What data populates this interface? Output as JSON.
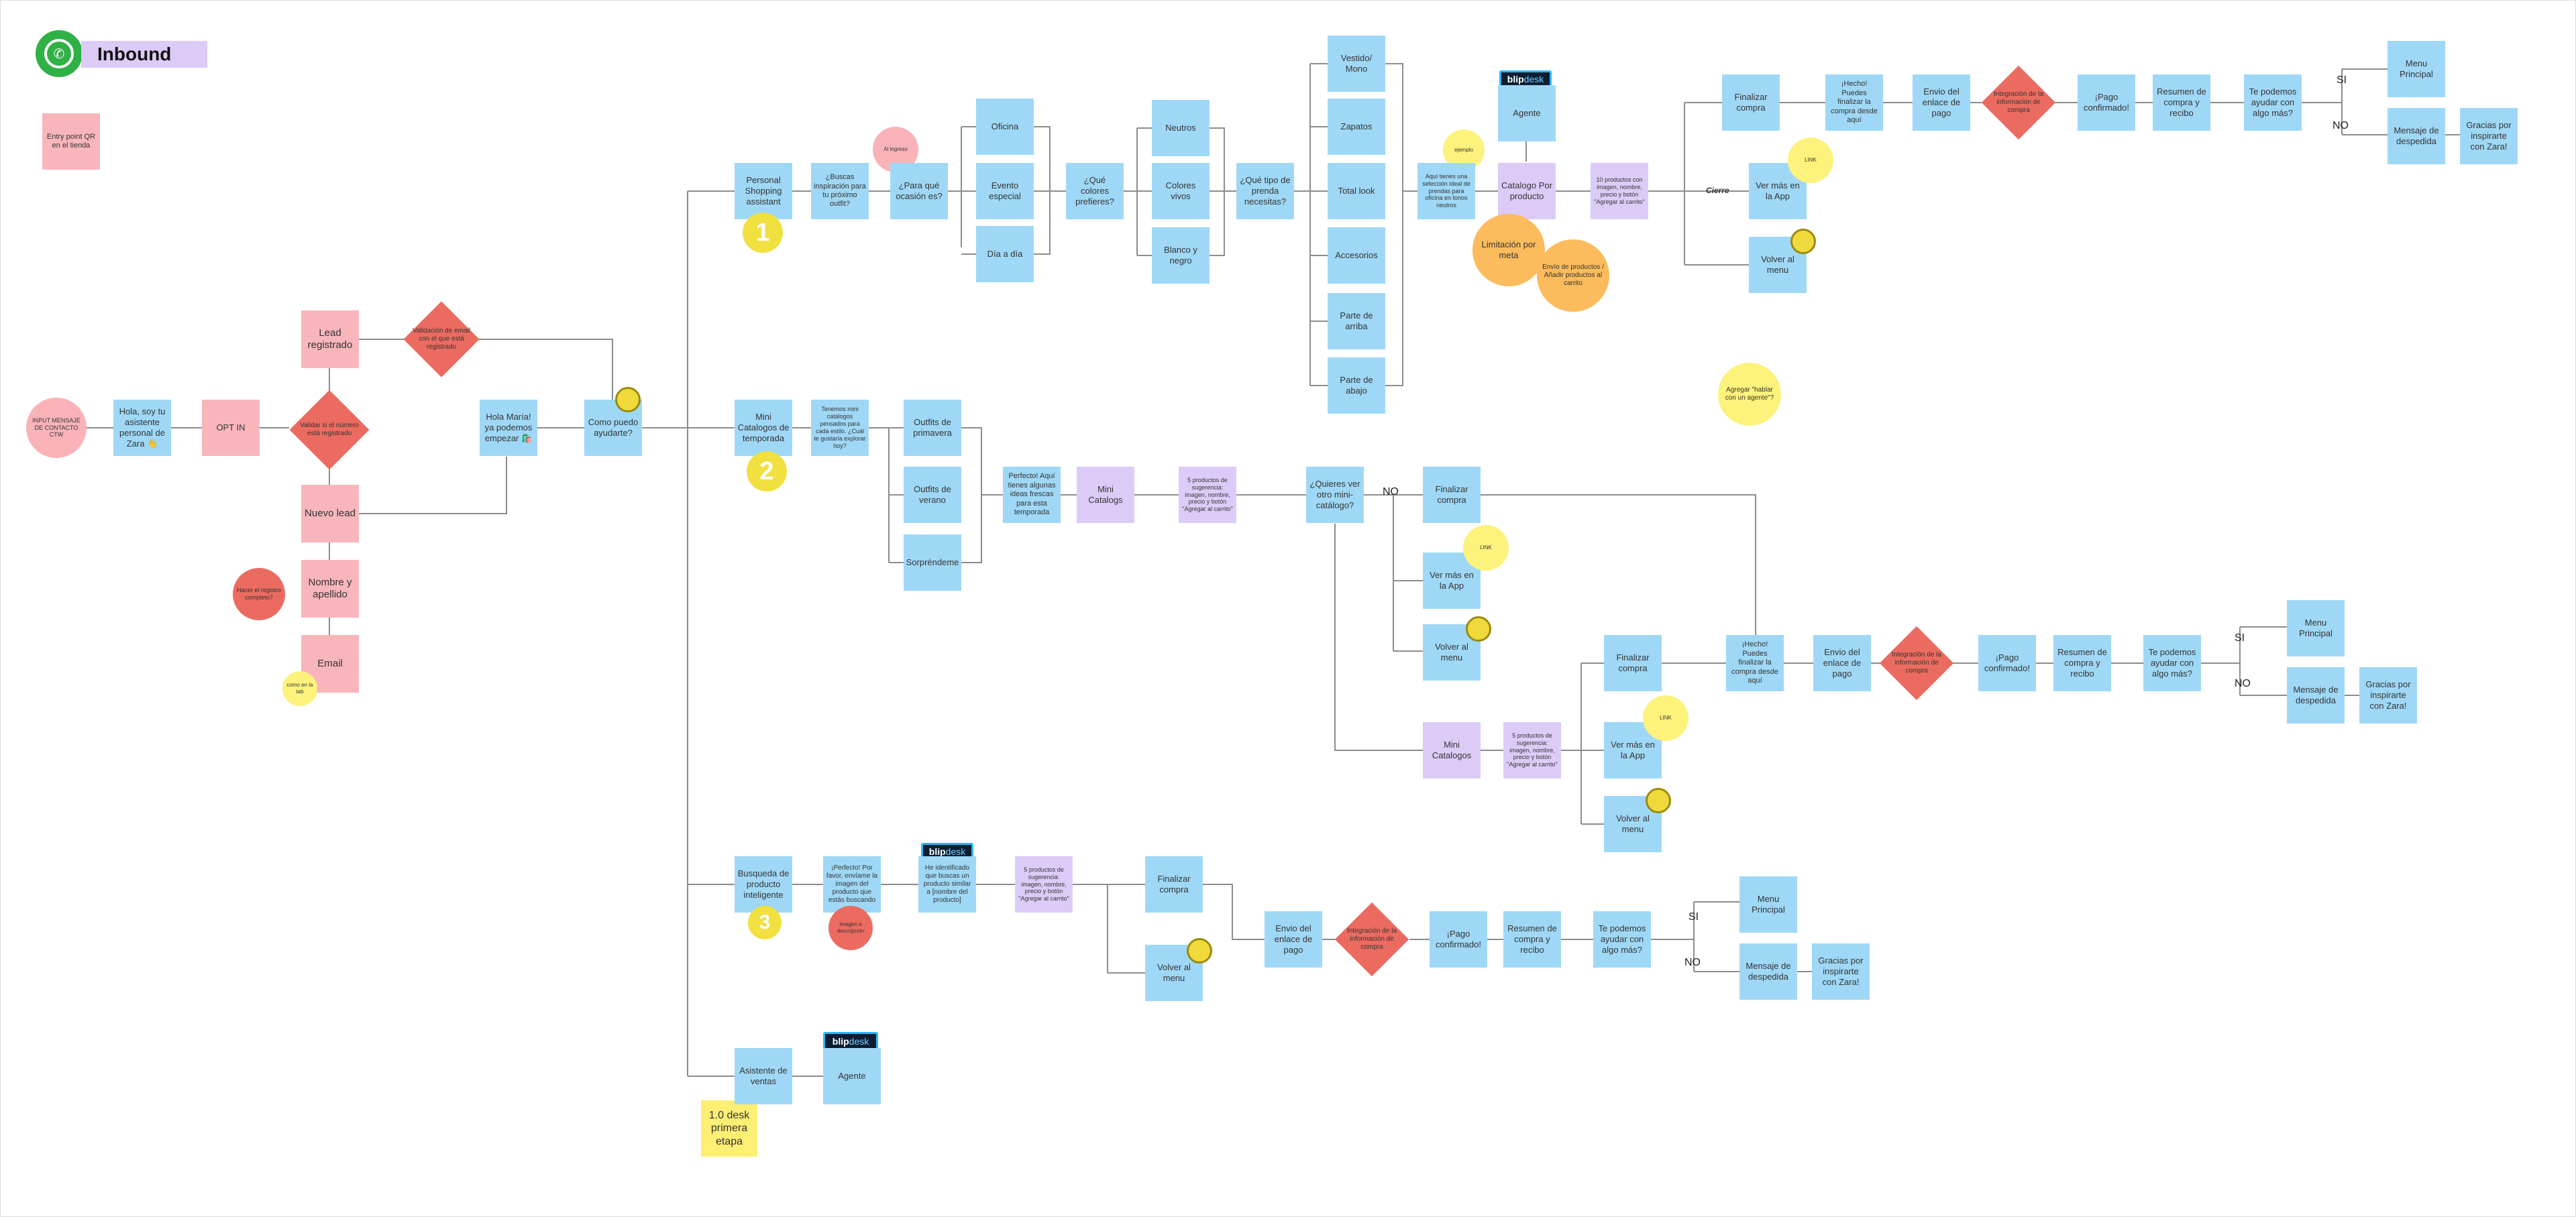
{
  "header": {
    "title": "Inbound",
    "logo_icon": "whatsapp-icon"
  },
  "colors": {
    "process": "#9fd8f6",
    "catalog": "#dccbf7",
    "lead": "#f8b6bc",
    "decision": "#ec6b60",
    "note": "#fdf27c"
  },
  "notes": {
    "entry_point": "Entry point QR en el tienda",
    "desk": "1.0 desk primera etapa",
    "input": "INPUT MENSAJE DE CONTACTO CTW",
    "guardar": "Hacer el registro completo?",
    "como_en_la_tab": "como en la tab",
    "al_ingreso": "Al ingreso",
    "ejemplo": "ejemplo",
    "limitacion": "Limitación por meta",
    "envio_productos": "Envío de productos / Añadir productos al carrito",
    "agregar_hablar": "Agregar \"hablar con un agente\"?",
    "link1": "LINK",
    "link2": "LINK",
    "link3": "LINK",
    "imagen_descripcion": "Imagen o descripción"
  },
  "entry": {
    "hola_asistente": "Hola, soy tu asistente personal de Zara 👋",
    "opt_in": "OPT IN",
    "validar_numero": "Validar si el número está registrado",
    "lead_registrado": "Lead registrado",
    "validacion_email": "Validación de email con el que está registrado",
    "nuevo_lead": "Nuevo lead",
    "nombre_apellido": "Nombre y apellido",
    "email": "Email",
    "hola_maria": "Hola María! ya podemos empezar 🛍️",
    "como_puedo": "Como puedo ayudarte?"
  },
  "branch1": {
    "personal_shopping": "Personal Shopping assistant",
    "buscas_inspiracion": "¿Buscas inspiración para tu próximo outfit?",
    "para_que_ocasion": "¿Para qué ocasión es?",
    "oficina": "Oficina",
    "evento_especial": "Evento especial",
    "dia_a_dia": "Día a día",
    "que_colores": "¿Qué colores prefieres?",
    "neutros": "Neutros",
    "colores_vivos": "Colores vivos",
    "blanco_negro": "Blanco y negro",
    "que_tipo_prenda": "¿Qué tipo de prenda necesitas?",
    "vestido_mono": "Vestido/ Mono",
    "zapatos": "Zapatos",
    "total_look": "Total look",
    "accesorios": "Accesorios",
    "parte_arriba": "Parte de arriba",
    "parte_abajo": "Parte de abajo",
    "aqui_tienes": "Aquí tienes una selección ideal de prendas para oficina en tonos neutros",
    "agente": "Agente",
    "catalogo_producto": "Catalogo Por producto",
    "productos_imagen": "10 productos con imagen, nombre, precio y botón \"Agregar al carrito\"",
    "cierre": "Cierre",
    "finalizar_compra": "Finalizar compra",
    "ver_mas_app": "Ver más en la App",
    "volver_menu": "Volver al menu",
    "hecho": "¡Hecho! Puedes finalizar la compra desde aquí",
    "envio_enlace": "Envio del enlace de pago",
    "integracion": "Integración de la información de compra",
    "pago_confirmado": "¡Pago confirmado!",
    "resumen": "Resumen de compra y recibo",
    "te_podemos": "Te podemos ayudar con algo más?",
    "si": "SI",
    "no": "NO",
    "menu_principal": "Menu Principal",
    "mensaje_despedida": "Mensaje de despedida",
    "gracias": "Gracias por inspirarte con Zara!"
  },
  "branch2": {
    "mini_catalogos": "Mini Catalogos de temporada",
    "tenemos_mini": "Tenemos mini catálogos pensados para cada estilo. ¿Cuál te gustaría explorar hoy?",
    "outfits_primavera": "Outfits de primavera",
    "outfits_verano": "Outfits de verano",
    "sorprendeme": "Sorpréndeme",
    "perfecto_aqui": "Perfecto! Aquí tienes algunas ideas frescas para esta temporada",
    "mini_catalogs": "Mini Catalogs",
    "productos_sugerencia": "5 productos de sugerencia: imagen, nombre, precio y botón \"Agregar al carrito\"",
    "quieres_ver": "¿Quieres ver otro mini-catálogo?",
    "no": "NO",
    "finalizar_compra": "Finalizar compra",
    "ver_mas_app": "Ver más en la App",
    "volver_menu": "Volver al menu",
    "mini_catalogos_b": "Mini Catalogos",
    "productos_sugerencia_b": "5 productos de sugerencia: imagen, nombre, precio y botón \"Agregar al carrito\"",
    "finalizar_compra_b": "Finalizar compra",
    "ver_mas_app_b": "Ver más en la App",
    "volver_menu_b": "Volver al menu",
    "hecho": "¡Hecho! Puedes finalizar la compra desde aquí",
    "envio_enlace": "Envio del enlace de pago",
    "integracion": "Integración de la información de compra",
    "pago_confirmado": "¡Pago confirmado!",
    "resumen": "Resumen de compra y recibo",
    "te_podemos": "Te podemos ayudar con algo más?",
    "si": "SI",
    "no2": "NO",
    "menu_principal": "Menu Principal",
    "mensaje_despedida": "Mensaje de despedida",
    "gracias": "Gracias por inspirarte con Zara!"
  },
  "branch3": {
    "busqueda": "Busqueda de producto inteligente",
    "perfecto_favor": "¡Perfecto! Por favor, envíame la imagen del producto que estás buscando",
    "he_identificado": "He identificado que buscas un producto similar a [nombre del producto]",
    "productos_sugerencia": "5 productos de sugerencia: imagen, nombre, precio y botón \"Agregar al carrito\"",
    "finalizar_compra": "Finalizar compra",
    "volver_menu": "Volver al menu",
    "envio_enlace": "Envio del enlace de pago",
    "integracion": "Integración de la información de compra",
    "pago_confirmado": "¡Pago confirmado!",
    "resumen": "Resumen de compra y recibo",
    "te_podemos": "Te podemos ayudar con algo más?",
    "si": "SI",
    "no": "NO",
    "menu_principal": "Menu Principal",
    "mensaje_despedida": "Mensaje de despedida",
    "gracias": "Gracias por inspirarte con Zara!"
  },
  "branch4": {
    "asistente_ventas": "Asistente de ventas",
    "agente": "Agente"
  },
  "badges": {
    "one": "1",
    "two": "2",
    "three": "3"
  },
  "blip": {
    "b": "blip",
    "d": "desk"
  }
}
